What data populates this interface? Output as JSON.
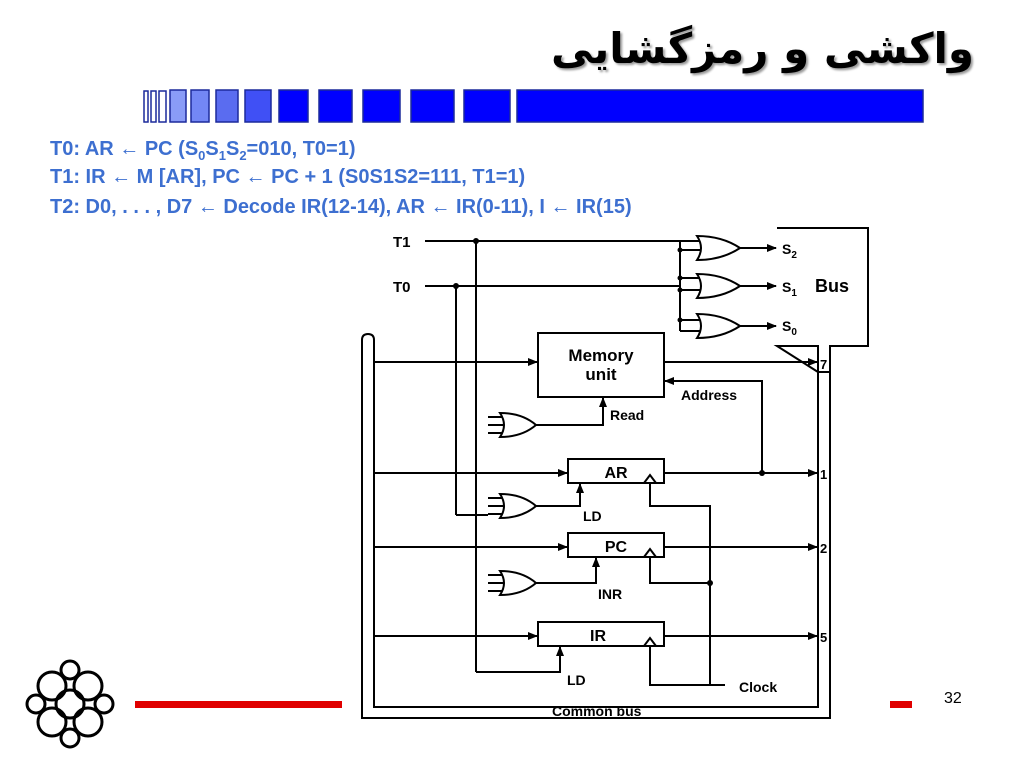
{
  "slide": {
    "title": "واکشی و رمزگشایی",
    "page_number": "32"
  },
  "rtl": {
    "t0": {
      "pre": "T0: AR ← PC  (S",
      "s0": "0",
      "mid1": "S",
      "s1": "1",
      "mid2": "S",
      "s2": "2",
      "post": "=010, T0=1)"
    },
    "t1": "T1: IR ← M [AR],  PC ← PC + 1   (S0S1S2=111, T1=1)",
    "t2": "T2: D0, . . . , D7 ← Decode IR(12-14), AR ← IR(0-11), I ← IR(15)"
  },
  "diagram": {
    "inputs": {
      "t1": "T1",
      "t0": "T0"
    },
    "bus_block": {
      "label": "Bus",
      "s2": "S",
      "s2_sub": "2",
      "s1": "S",
      "s1_sub": "1",
      "s0": "S",
      "s0_sub": "0"
    },
    "memory": {
      "line1": "Memory",
      "line2": "unit",
      "address": "Address",
      "read": "Read"
    },
    "registers": {
      "ar": "AR",
      "pc": "PC",
      "ir": "IR"
    },
    "controls": {
      "ar_ld": "LD",
      "pc_inr": "INR",
      "ir_ld": "LD",
      "clock": "Clock"
    },
    "bus_numbers": {
      "mem": "7",
      "ar": "1",
      "pc": "2",
      "ir": "5"
    },
    "common_bus": "Common bus"
  },
  "colors": {
    "bar_blue": "#0000ff",
    "bar_light": "#5a6cf0",
    "accent_red": "#e00000",
    "rtl_text": "#3d6fd0"
  }
}
